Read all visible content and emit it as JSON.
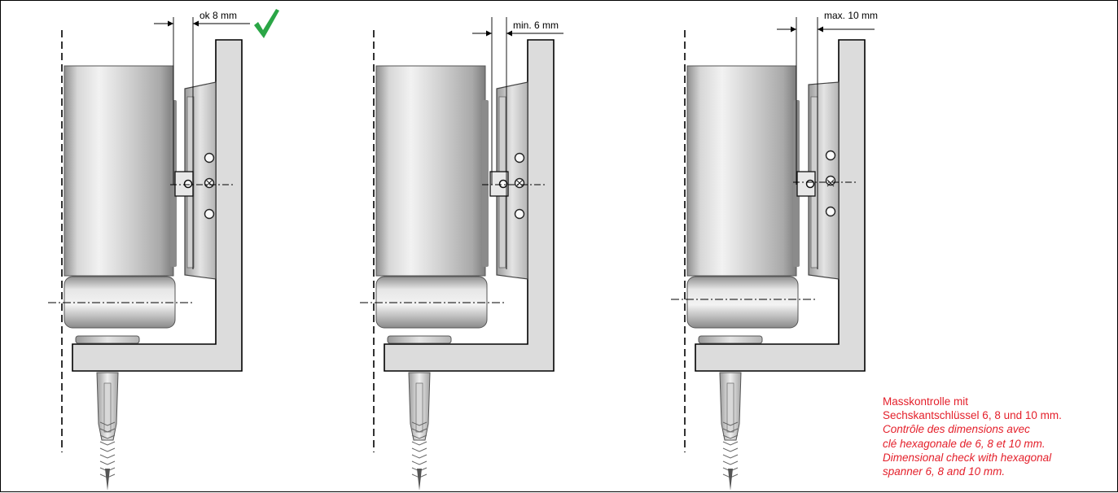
{
  "panels": [
    {
      "id": "ok",
      "dimension_label": "ok 8 mm",
      "status_icon": "checkmark-icon"
    },
    {
      "id": "min",
      "dimension_label": "min. 6 mm"
    },
    {
      "id": "max",
      "dimension_label": "max. 10 mm"
    }
  ],
  "note": {
    "de": [
      "Masskontrolle mit",
      "Sechskantschlüssel 6, 8 und 10 mm."
    ],
    "fr": [
      "Contrôle des dimensions avec",
      "clé hexagonale de 6, 8 et 10 mm."
    ],
    "en": [
      "Dimensional check with hexagonal",
      "spanner 6, 8 and 10 mm."
    ]
  },
  "colors": {
    "note_text": "#e4202b",
    "check": "#2aa646",
    "line": "#000000",
    "bracket_fill": "#dcdcdc"
  }
}
